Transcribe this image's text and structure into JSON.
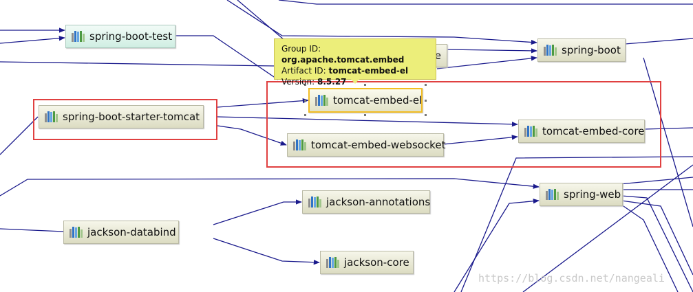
{
  "nodes": {
    "spring_boot_test": "spring-boot-test",
    "autoconfigure_partial": "nfigure",
    "spring_boot": "spring-boot",
    "spring_boot_starter_tomcat": "spring-boot-starter-tomcat",
    "tomcat_embed_el": "tomcat-embed-el",
    "tomcat_embed_core": "tomcat-embed-core",
    "tomcat_embed_websocket": "tomcat-embed-websocket",
    "spring_web": "spring-web",
    "jackson_annotations": "jackson-annotations",
    "jackson_databind": "jackson-databind",
    "jackson_core": "jackson-core"
  },
  "tooltip": {
    "group_label": "Group ID:",
    "group_value": "org.apache.tomcat.embed",
    "artifact_label": "Artifact ID:",
    "artifact_value": "tomcat-embed-el",
    "version_label": "Version:",
    "version_value": "8.5.27"
  },
  "watermark": "https://blog.csdn.net/nangeali",
  "colors": {
    "edge": "#1a1a8c",
    "highlight_box": "#e04040",
    "selection": "#f2bd23",
    "tooltip_bg": "#ecee7a"
  },
  "icon": "jar-library-icon"
}
